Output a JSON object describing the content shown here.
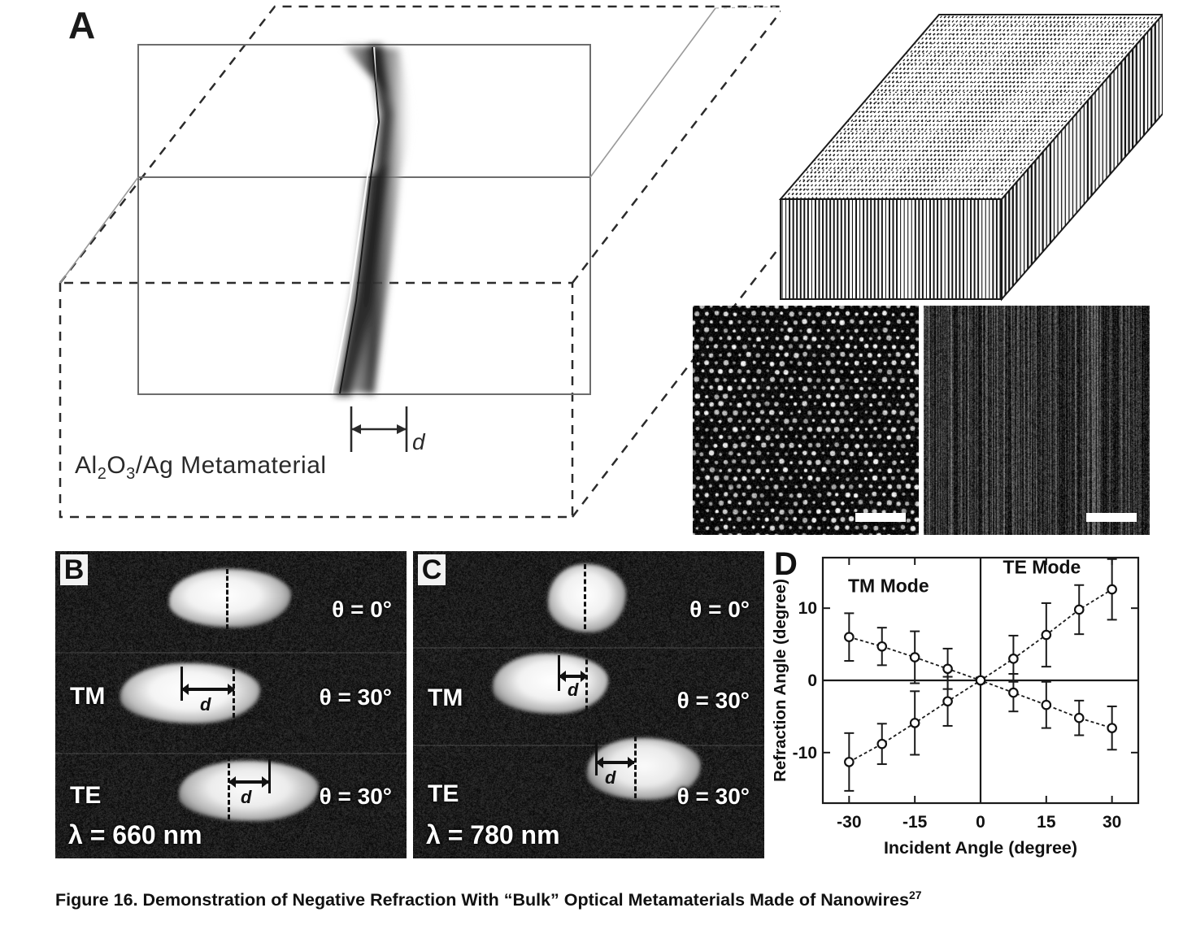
{
  "figure": {
    "caption_text": "Figure 16. Demonstration of Negative Refraction With “Bulk” Optical Metamaterials Made of Nanowires",
    "caption_reference": "27"
  },
  "panel_a": {
    "letter": "A",
    "material_label_pre": "Al",
    "material_label_sub1": "2",
    "material_label_mid": "O",
    "material_label_sub2": "3",
    "material_label_post": "/Ag Metamaterial",
    "thickness_label": "d",
    "structure_name": "nanowire-array-block",
    "sem_top_name": "sem-top-view",
    "sem_side_name": "sem-cross-section"
  },
  "panel_b": {
    "letter": "B",
    "wavelength": "λ = 660 nm",
    "rows": [
      {
        "mode": "",
        "angle": "θ = 0°"
      },
      {
        "mode": "TM",
        "angle": "θ = 30°"
      },
      {
        "mode": "TE",
        "angle": "θ = 30°"
      }
    ],
    "displacement_label": "d"
  },
  "panel_c": {
    "letter": "C",
    "wavelength": "λ = 780 nm",
    "rows": [
      {
        "mode": "",
        "angle": "θ = 0°"
      },
      {
        "mode": "TM",
        "angle": "θ = 30°"
      },
      {
        "mode": "TE",
        "angle": "θ = 30°"
      }
    ],
    "displacement_label": "d"
  },
  "panel_d": {
    "letter": "D"
  },
  "chart_data": {
    "type": "scatter",
    "title": "",
    "xlabel": "Incident Angle (degree)",
    "ylabel": "Refraction Angle (degree)",
    "xlim": [
      -36,
      36
    ],
    "ylim": [
      -17,
      17
    ],
    "xticks": [
      -30,
      -15,
      0,
      15,
      30
    ],
    "xticklabels": [
      "-30",
      "-15",
      "0",
      "15",
      "30"
    ],
    "yticks": [
      10,
      0,
      -10
    ],
    "yticklabels": [
      "10",
      "0",
      "-10"
    ],
    "grid": false,
    "zero_lines": true,
    "legend_position": "in-plot-annotations",
    "annotations": [
      {
        "text": "TM Mode",
        "x": -21,
        "y": 12.2
      },
      {
        "text": "TE Mode",
        "x": 14,
        "y": 14.8
      }
    ],
    "series": [
      {
        "name": "TM Mode",
        "marker": "circle",
        "line": "dashed",
        "x": [
          -30,
          -22.5,
          -15,
          -7.5,
          0,
          7.5,
          15,
          22.5,
          30
        ],
        "y": [
          6.0,
          4.7,
          3.2,
          1.6,
          0.0,
          -1.7,
          -3.4,
          -5.2,
          -6.6
        ],
        "yerr": [
          3.3,
          2.6,
          3.6,
          2.8,
          0.4,
          2.6,
          3.2,
          2.4,
          3.0
        ]
      },
      {
        "name": "TE Mode",
        "marker": "circle",
        "line": "dashed",
        "x": [
          -30,
          -22.5,
          -15,
          -7.5,
          0,
          7.5,
          15,
          22.5,
          30
        ],
        "y": [
          -11.3,
          -8.8,
          -5.9,
          -2.9,
          0.0,
          3.0,
          6.3,
          9.8,
          12.6
        ],
        "yerr": [
          4.0,
          2.8,
          4.4,
          3.4,
          0.4,
          3.2,
          4.4,
          3.4,
          4.2
        ]
      }
    ]
  }
}
